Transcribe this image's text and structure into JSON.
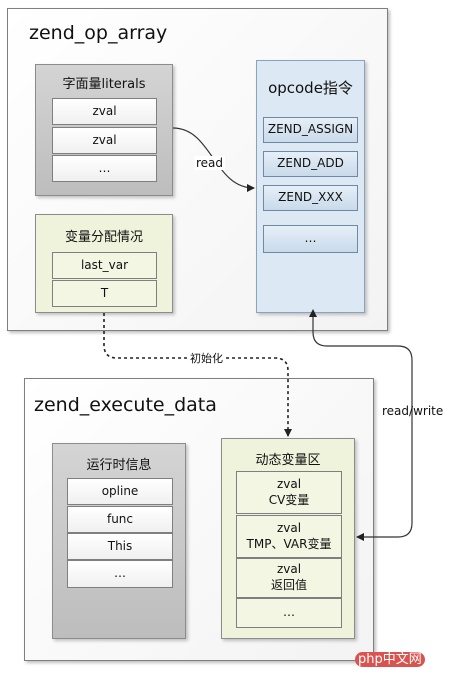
{
  "op_array": {
    "title": "zend_op_array",
    "literals": {
      "title": "字面量literals",
      "items": [
        "zval",
        "zval",
        "…"
      ]
    },
    "vars": {
      "title": "变量分配情况",
      "items": [
        "last_var",
        "T"
      ]
    },
    "opcodes": {
      "title": "opcode指令",
      "items": [
        "ZEND_ASSIGN",
        "ZEND_ADD",
        "ZEND_XXX",
        "…"
      ]
    }
  },
  "execute_data": {
    "title": "zend_execute_data",
    "runtime": {
      "title": "运行时信息",
      "items": [
        "opline",
        "func",
        "This",
        "…"
      ]
    },
    "dynamic": {
      "title": "动态变量区",
      "items": [
        {
          "line1": "zval",
          "line2": "CV变量"
        },
        {
          "line1": "zval",
          "line2": "TMP、VAR变量"
        },
        {
          "line1": "zval",
          "line2": "返回值"
        },
        {
          "line1": "…",
          "line2": ""
        }
      ]
    }
  },
  "arrows": {
    "read": "read",
    "init": "初始化",
    "read_write": "read/write"
  },
  "watermark": "php中文网"
}
